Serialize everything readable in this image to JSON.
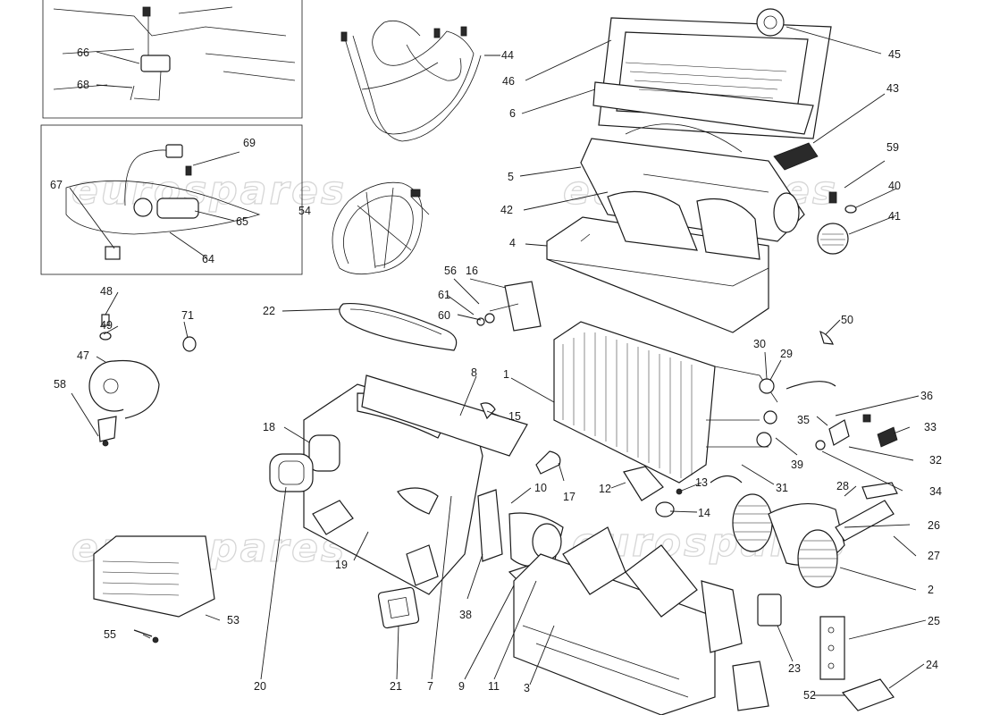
{
  "watermark": {
    "text": "eurospares"
  },
  "labels": {
    "l66": "66",
    "l68": "68",
    "l69": "69",
    "l67": "67",
    "l65": "65",
    "l64": "64",
    "l44": "44",
    "l54": "54",
    "l45": "45",
    "l46": "46",
    "l6": "6",
    "l43": "43",
    "l59": "59",
    "l40": "40",
    "l41": "41",
    "l5": "5",
    "l42": "42",
    "l4": "4",
    "l48": "48",
    "l49": "49",
    "l47": "47",
    "l58": "58",
    "l71": "71",
    "l22": "22",
    "l56": "56",
    "l16": "16",
    "l61": "61",
    "l60": "60",
    "l50": "50",
    "l30": "30",
    "l29": "29",
    "l36": "36",
    "l35": "35",
    "l33": "33",
    "l32": "32",
    "l39": "39",
    "l34": "34",
    "l31": "31",
    "l1": "1",
    "l8": "8",
    "l15": "15",
    "l18": "18",
    "l17": "17",
    "l12": "12",
    "l13": "13",
    "l14": "14",
    "l10": "10",
    "l19": "19",
    "l28": "28",
    "l26": "26",
    "l27": "27",
    "l2": "2",
    "l53": "53",
    "l55": "55",
    "l20": "20",
    "l21": "21",
    "l7": "7",
    "l38": "38",
    "l9": "9",
    "l11": "11",
    "l3": "3",
    "l23": "23",
    "l25": "25",
    "l24": "24",
    "l52": "52"
  }
}
